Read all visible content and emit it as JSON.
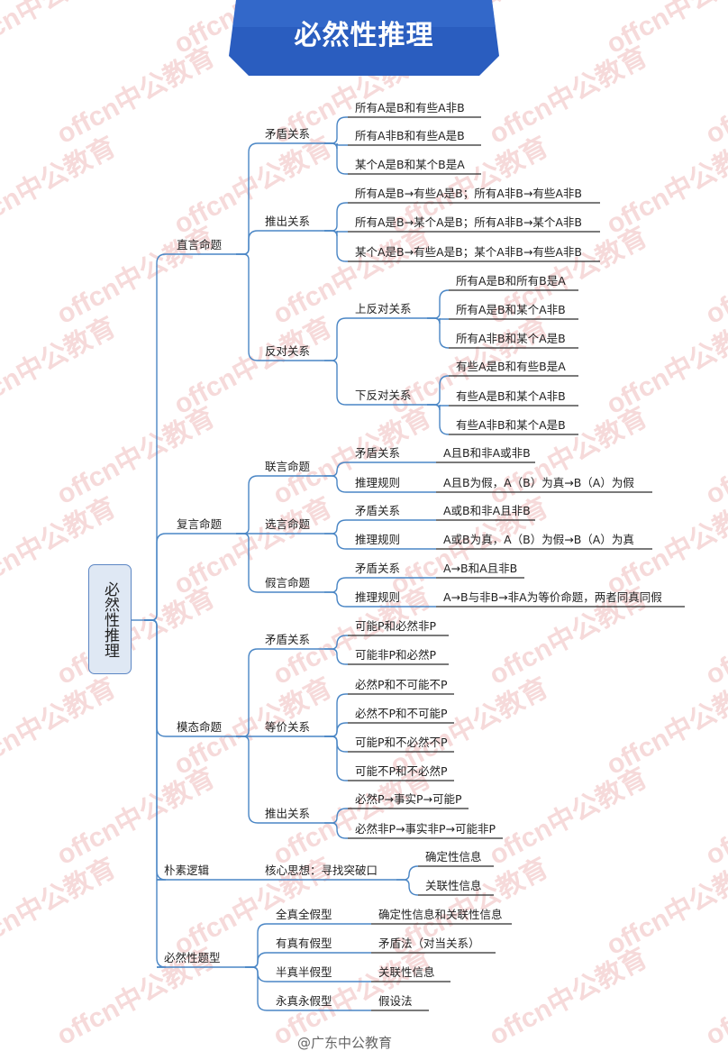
{
  "title": "必然性推理",
  "root": "必然性推理",
  "footer": "@广东中公教育",
  "watermark": "offcn中公教育",
  "colors": {
    "banner": "#2f62c2",
    "line": "#4a86c5",
    "underline": "#2b2b2b",
    "root_fill": "#dfe8f4"
  },
  "tree": [
    {
      "label": "直言命题",
      "children": [
        {
          "label": "矛盾关系",
          "children": [
            {
              "label": "所有A是B和有些A非B"
            },
            {
              "label": "所有A非B和有些A是B"
            },
            {
              "label": "某个A是B和某个B是A"
            }
          ]
        },
        {
          "label": "推出关系",
          "children": [
            {
              "label": "所有A是B→有些A是B；所有A非B→有些A非B"
            },
            {
              "label": "所有A是B→某个A是B；所有A非B→某个A非B"
            },
            {
              "label": "某个A是B→有些A是B；某个A非B→有些A非B"
            }
          ]
        },
        {
          "label": "反对关系",
          "children": [
            {
              "label": "上反对关系",
              "children": [
                {
                  "label": "所有A是B和所有B是A"
                },
                {
                  "label": "所有A是B和某个A非B"
                },
                {
                  "label": "所有A非B和某个A是B"
                }
              ]
            },
            {
              "label": "下反对关系",
              "children": [
                {
                  "label": "有些A是B和有些B是A"
                },
                {
                  "label": "有些A是B和某个A非B"
                },
                {
                  "label": "有些A非B和某个A是B"
                }
              ]
            }
          ]
        }
      ]
    },
    {
      "label": "复言命题",
      "children": [
        {
          "label": "联言命题",
          "children": [
            {
              "label": "矛盾关系",
              "children": [
                {
                  "label": "A且B和非A或非B"
                }
              ]
            },
            {
              "label": "推理规则",
              "children": [
                {
                  "label": "A且B为假，A（B）为真→B（A）为假"
                }
              ]
            }
          ]
        },
        {
          "label": "选言命题",
          "children": [
            {
              "label": "矛盾关系",
              "children": [
                {
                  "label": "A或B和非A且非B"
                }
              ]
            },
            {
              "label": "推理规则",
              "children": [
                {
                  "label": "A或B为真，A（B）为假→B（A）为真"
                }
              ]
            }
          ]
        },
        {
          "label": "假言命题",
          "children": [
            {
              "label": "矛盾关系",
              "children": [
                {
                  "label": "A→B和A且非B"
                }
              ]
            },
            {
              "label": "推理规则",
              "children": [
                {
                  "label": "A→B与非B→非A为等价命题，两者同真同假"
                }
              ]
            }
          ]
        }
      ]
    },
    {
      "label": "模态命题",
      "children": [
        {
          "label": "矛盾关系",
          "children": [
            {
              "label": "可能P和必然非P"
            },
            {
              "label": "可能非P和必然P"
            }
          ]
        },
        {
          "label": "等价关系",
          "children": [
            {
              "label": "必然P和不可能不P"
            },
            {
              "label": "必然不P和不可能P"
            },
            {
              "label": "可能P和不必然不P"
            },
            {
              "label": "可能不P和不必然P"
            }
          ]
        },
        {
          "label": "推出关系",
          "children": [
            {
              "label": "必然P→事实P→可能P"
            },
            {
              "label": "必然非P→事实非P→可能非P"
            }
          ]
        }
      ]
    },
    {
      "label": "朴素逻辑",
      "children": [
        {
          "label": "核心思想：寻找突破口",
          "children": [
            {
              "label": "确定性信息"
            },
            {
              "label": "关联性信息"
            }
          ]
        }
      ]
    },
    {
      "label": "必然性题型",
      "children": [
        {
          "label": "全真全假型",
          "children": [
            {
              "label": "确定性信息和关联性信息"
            }
          ]
        },
        {
          "label": "有真有假型",
          "children": [
            {
              "label": "矛盾法（对当关系）"
            }
          ]
        },
        {
          "label": "半真半假型",
          "children": [
            {
              "label": "关联性信息"
            }
          ]
        },
        {
          "label": "永真永假型",
          "children": [
            {
              "label": "假设法"
            }
          ]
        }
      ]
    }
  ]
}
